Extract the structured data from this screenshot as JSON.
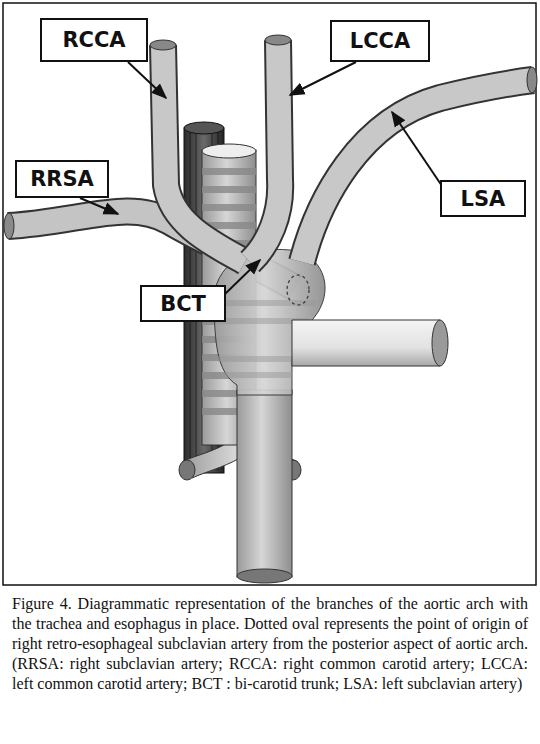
{
  "diagram": {
    "caption": "Figure 4. Diagrammatic representation of the branches of the aortic arch with the trachea and esophagus in place. Dotted oval represents the point of origin of right retro-esophageal subclavian artery from the posterior aspect of aortic arch. (RRSA: right subclavian artery; RCCA: right common carotid artery; LCCA: left common carotid artery; BCT : bi-carotid trunk; LSA: left subclavian artery)",
    "nodes": [
      {
        "text": [
          "RCCA"
        ]
      },
      {
        "text": [
          "LCCA"
        ]
      },
      {
        "text": [
          "RRSA"
        ]
      },
      {
        "text": [
          "LSA"
        ]
      },
      {
        "text": [
          "BCT"
        ]
      }
    ],
    "edges": []
  }
}
